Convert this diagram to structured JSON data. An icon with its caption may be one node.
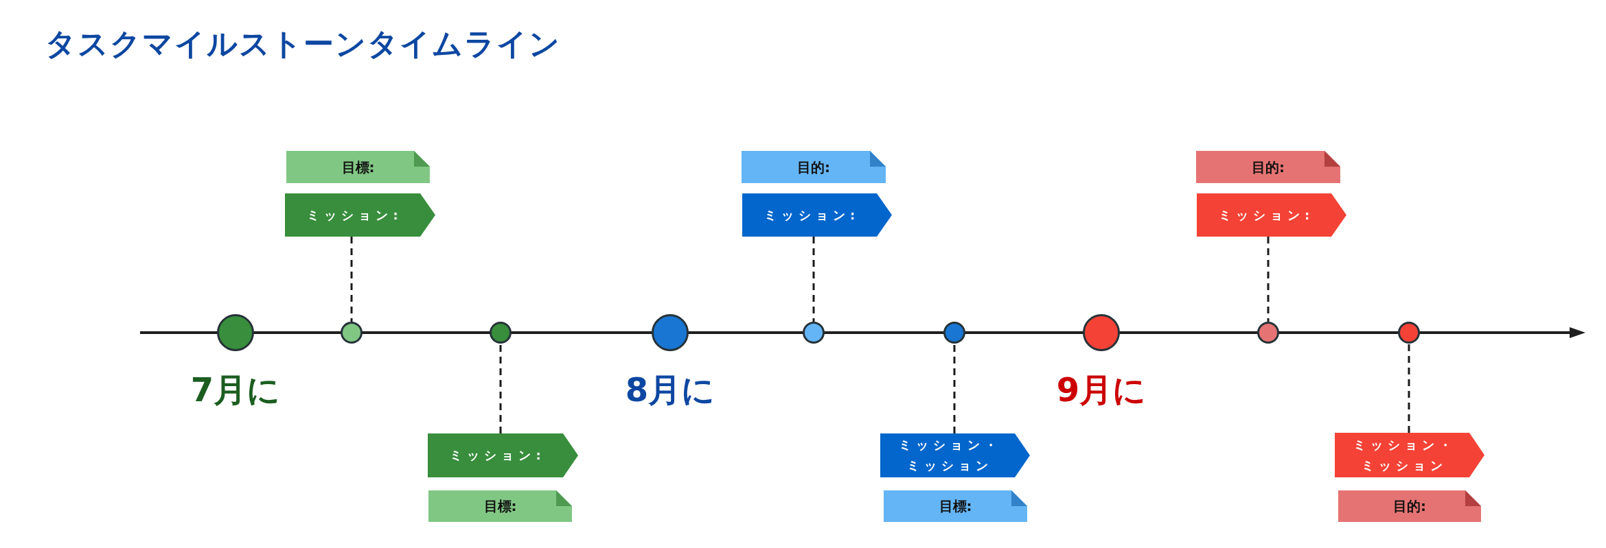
{
  "diagram": {
    "title": "タスクマイルストーンタイムライン",
    "nodes": [
      {
        "text": [],
        "shape": "circle",
        "beside": [
          "7月に"
        ]
      },
      {
        "text": [
          "目標:"
        ]
      },
      {
        "text": [
          "ミッション:"
        ]
      },
      {
        "text": [],
        "shape": "circle"
      },
      {
        "text": [],
        "shape": "circle"
      },
      {
        "text": [
          "ミッション:"
        ]
      },
      {
        "text": [
          "目標:"
        ]
      },
      {
        "text": [],
        "shape": "circle",
        "beside": [
          "8月に"
        ]
      },
      {
        "text": [
          "目的:"
        ]
      },
      {
        "text": [
          "ミッション:"
        ]
      },
      {
        "text": [],
        "shape": "circle"
      },
      {
        "text": [],
        "shape": "circle"
      },
      {
        "text": [
          "ミッション・ミッション"
        ]
      },
      {
        "text": [
          "目標:"
        ]
      },
      {
        "text": [],
        "shape": "circle",
        "beside": [
          "9月に"
        ]
      },
      {
        "text": [
          "目的:"
        ]
      },
      {
        "text": [
          "ミッション:"
        ]
      },
      {
        "text": [],
        "shape": "circle"
      },
      {
        "text": [],
        "shape": "circle"
      },
      {
        "text": [
          "ミッション・ミッション"
        ]
      },
      {
        "text": [
          "目的:"
        ]
      }
    ],
    "edges": [
      {
        "from": 2,
        "to": 3,
        "arrow": "none",
        "style": "dashed"
      },
      {
        "from": 5,
        "to": 4,
        "arrow": "none",
        "style": "dashed"
      },
      {
        "from": 9,
        "to": 10,
        "arrow": "none",
        "style": "dashed"
      },
      {
        "from": 12,
        "to": 11,
        "arrow": "none",
        "style": "dashed"
      },
      {
        "from": 16,
        "to": 17,
        "arrow": "none",
        "style": "dashed"
      },
      {
        "from": 19,
        "to": 18,
        "arrow": "none",
        "style": "dashed"
      }
    ]
  }
}
